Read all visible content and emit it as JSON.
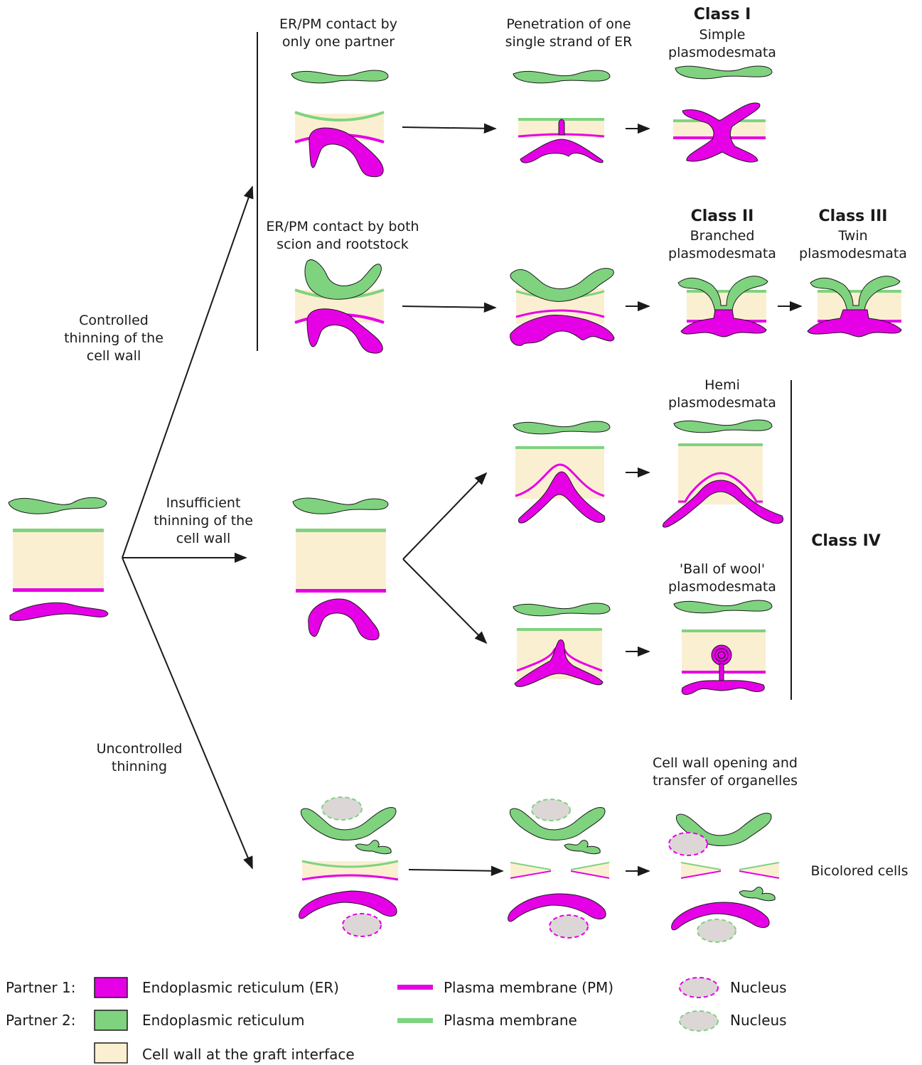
{
  "labels": {
    "er_pm_one": [
      "ER/PM contact by",
      "only one partner"
    ],
    "penetration": [
      "Penetration of one",
      "single strand of ER"
    ],
    "class1_title": "Class I",
    "class1_sub": [
      "Simple",
      "plasmodesmata"
    ],
    "er_pm_both": [
      "ER/PM contact by both",
      "scion and rootstock"
    ],
    "class2_title": "Class II",
    "class2_sub": [
      "Branched",
      "plasmodesmata"
    ],
    "class3_title": "Class III",
    "class3_sub": [
      "Twin",
      "plasmodesmata"
    ],
    "controlled": [
      "Controlled",
      "thinning of the",
      "cell wall"
    ],
    "insufficient": [
      "Insufficient",
      "thinning of the",
      "cell wall"
    ],
    "uncontrolled": [
      "Uncontrolled",
      "thinning"
    ],
    "hemi": [
      "Hemi",
      "plasmodesmata"
    ],
    "ball": [
      "'Ball of wool'",
      "plasmodesmata"
    ],
    "class4_title": "Class IV",
    "opening": [
      "Cell wall opening and",
      "transfer of organelles"
    ],
    "bicolored": "Bicolored cells"
  },
  "legend": {
    "partner1": "Partner 1:",
    "partner2": "Partner 2:",
    "er1": "Endoplasmic reticulum (ER)",
    "er2": "Endoplasmic reticulum",
    "pm1": "Plasma membrane (PM)",
    "pm2": "Plasma membrane",
    "nuc1": "Nucleus",
    "nuc2": "Nucleus",
    "wall": "Cell wall at the graft interface"
  },
  "colors": {
    "partner1": "#e600e6",
    "partner2": "#7fd37f",
    "wall": "#fbefd2",
    "nucleus_fill": "#dcd6d6",
    "outline": "#1a1a1a"
  }
}
